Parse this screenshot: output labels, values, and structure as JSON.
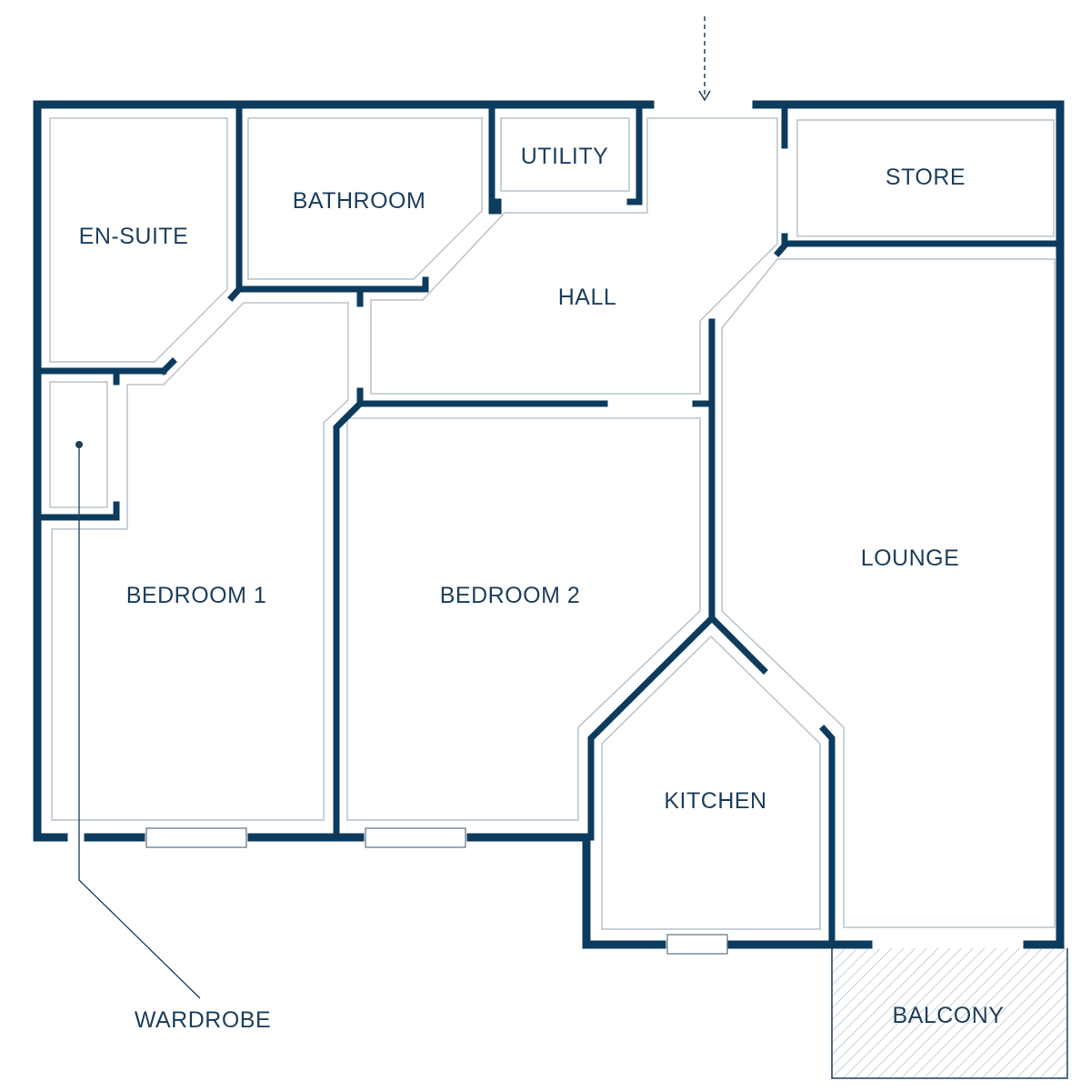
{
  "rooms": {
    "en_suite": "EN-SUITE",
    "bathroom": "BATHROOM",
    "utility": "UTILITY",
    "store": "STORE",
    "hall": "HALL",
    "bedroom_1": "BEDROOM 1",
    "bedroom_2": "BEDROOM 2",
    "lounge": "LOUNGE",
    "kitchen": "KITCHEN",
    "balcony": "BALCONY"
  },
  "callouts": {
    "wardrobe": "WARDROBE"
  },
  "colors": {
    "wall": "#0d3b5e",
    "text": "#1d3e5c",
    "inner_line": "#b9c3cb"
  },
  "icons": {
    "entrance": "dashed-arrow-down-icon"
  }
}
